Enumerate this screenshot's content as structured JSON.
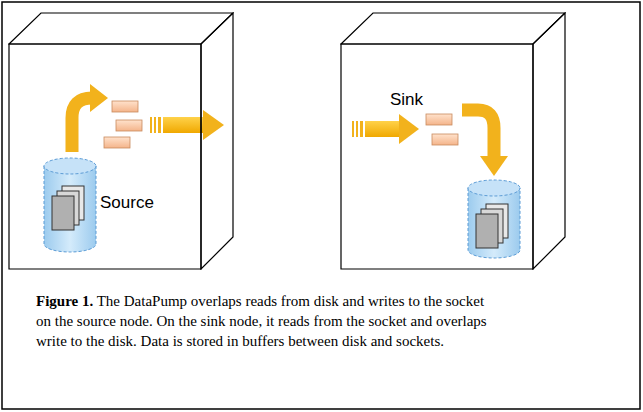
{
  "diagram": {
    "caption": "The DataPump overlaps reads from disk and writes to the socket on the source node.  On the sink node, it reads from the socket and overlaps write to the disk.  Data is stored in buffers between disk and sockets.",
    "nodes": [
      {
        "text": [
          "Source"
        ]
      },
      {
        "text": [
          "Sink"
        ]
      }
    ],
    "edges": [
      {
        "from": 0,
        "to": 1,
        "arrow": "none"
      }
    ],
    "labels": [
      "Figure 1."
    ]
  }
}
